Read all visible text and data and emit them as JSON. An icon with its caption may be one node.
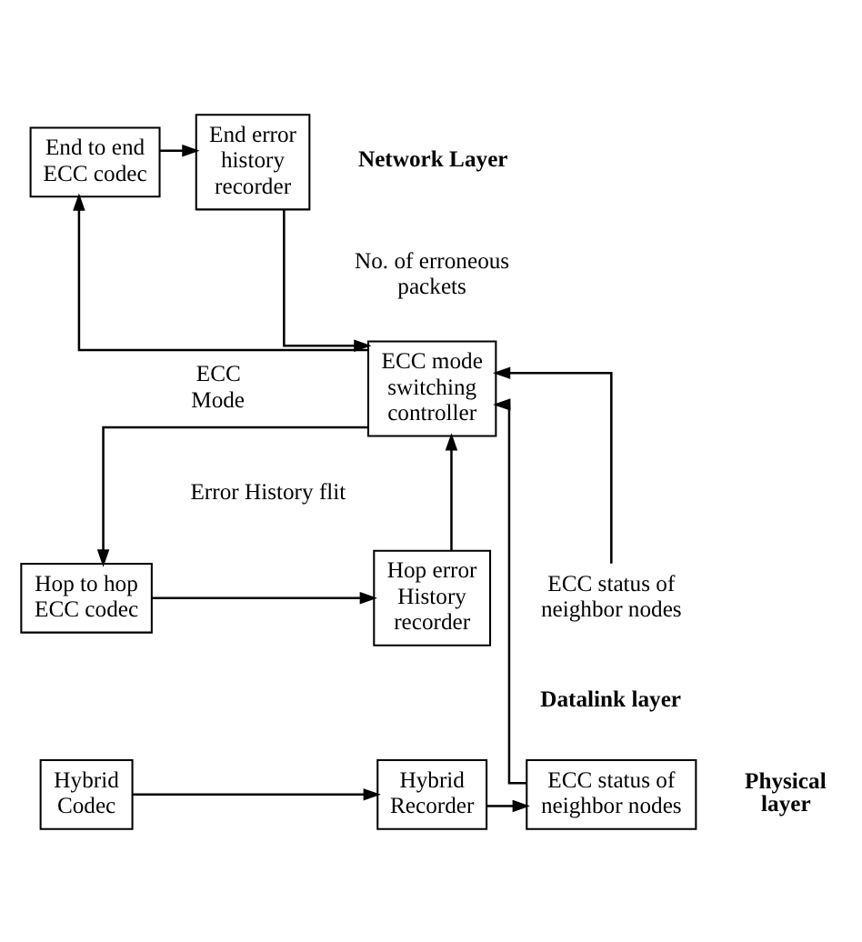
{
  "diagram": {
    "nodes": [
      {
        "text": [
          "End to end ECC codec"
        ]
      },
      {
        "text": [
          "End error history recorder"
        ]
      },
      {
        "text": [
          "ECC mode switching controller"
        ]
      },
      {
        "text": [
          "Hop to hop ECC codec"
        ]
      },
      {
        "text": [
          "Hop error History recorder"
        ]
      },
      {
        "text": [
          "ECC status of neighbor nodes"
        ]
      },
      {
        "text": [
          "Hybrid Codec"
        ]
      },
      {
        "text": [
          "Hybrid Recorder"
        ]
      },
      {
        "text": [
          "ECC status of neighbor nodes"
        ]
      }
    ],
    "edges": [
      {
        "from": 0,
        "to": 1,
        "arrow": "to"
      },
      {
        "from": 1,
        "to": 2,
        "arrow": "to"
      },
      {
        "from": 2,
        "to": 0,
        "arrow": "to"
      },
      {
        "from": 2,
        "to": 3,
        "arrow": "to"
      },
      {
        "from": 3,
        "to": 4,
        "arrow": "to"
      },
      {
        "from": 4,
        "to": 2,
        "arrow": "to"
      },
      {
        "from": 5,
        "to": 2,
        "arrow": "to"
      },
      {
        "from": 6,
        "to": 7,
        "arrow": "to"
      },
      {
        "from": 7,
        "to": 8,
        "arrow": "to"
      },
      {
        "from": 8,
        "to": 2,
        "arrow": "to"
      }
    ],
    "labels": [
      "Network Layer",
      "No. of erroneous packets",
      "ECC Mode",
      "Error History flit",
      "Datalink layer",
      "Physical layer"
    ]
  }
}
